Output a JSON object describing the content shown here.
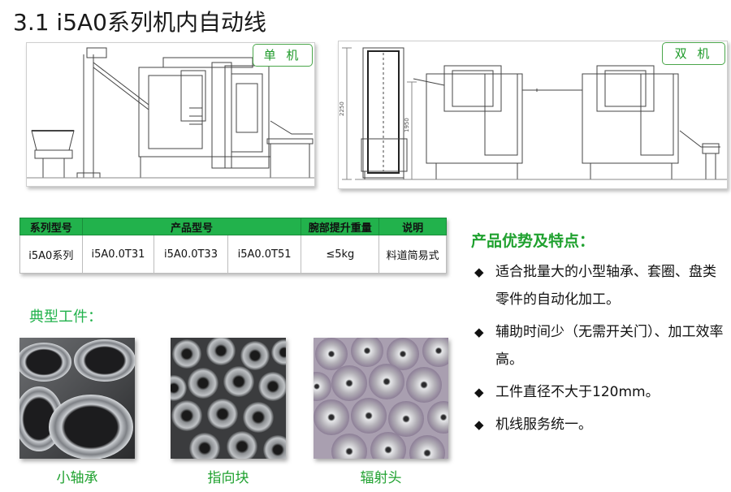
{
  "title": "3.1 i5A0系列机内自动线",
  "diagrams": {
    "single_label": "单 机",
    "double_label": "双 机",
    "dim_total_height": "2250",
    "dim_machine_height": "1950"
  },
  "table": {
    "headers": [
      "系列型号",
      "产品型号",
      "腕部提升重量",
      "说明"
    ],
    "row": [
      "i5A0系列",
      "i5A0.0T31",
      "i5A0.0T33",
      "i5A0.0T51",
      "≤5kg",
      "料道简易式"
    ]
  },
  "advantages": {
    "heading": "产品优势及特点：",
    "bullet_symbol": "◆",
    "items": [
      "适合批量大的小型轴承、套圈、盘类零件的自动化加工。",
      "辅助时间少（无需开关门）、加工效率高。",
      "工件直径不大于120mm。",
      "机线服务统一。"
    ]
  },
  "parts": {
    "heading": "典型工件：",
    "captions": [
      "小轴承",
      "指向块",
      "辐射头"
    ]
  },
  "colors": {
    "green_header": "#22b24c",
    "green_text": "#1fa12f"
  }
}
